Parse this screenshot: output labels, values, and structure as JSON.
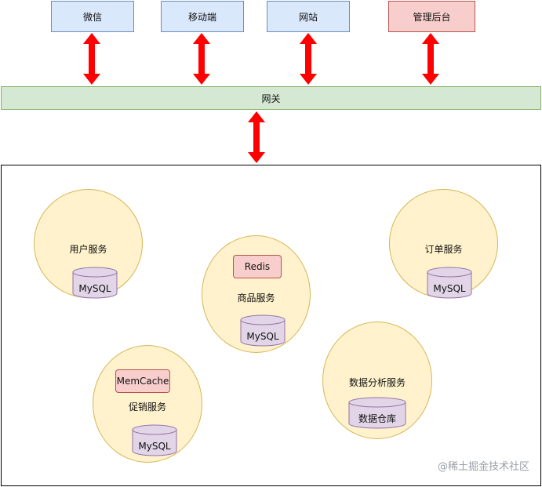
{
  "clients": [
    {
      "label": "微信"
    },
    {
      "label": "移动端"
    },
    {
      "label": "网站"
    },
    {
      "label": "管理后台"
    }
  ],
  "gateway": {
    "label": "网关"
  },
  "services": {
    "user": {
      "label": "用户服务",
      "db": "MySQL"
    },
    "product": {
      "label": "商品服务",
      "cache": "Redis",
      "db": "MySQL"
    },
    "order": {
      "label": "订单服务",
      "db": "MySQL"
    },
    "promo": {
      "label": "促销服务",
      "cache": "MemCache",
      "db": "MySQL"
    },
    "analytics": {
      "label": "数据分析服务",
      "db": "数据仓库"
    }
  },
  "watermark": "@稀土掘金技术社区",
  "colors": {
    "client_fill": "#dae8fc",
    "admin_fill": "#f8cecc",
    "gateway_fill": "#d5e8d4",
    "service_fill": "#fff2cc",
    "db_fill": "#e1d5e7",
    "arrow": "#ff0000"
  }
}
